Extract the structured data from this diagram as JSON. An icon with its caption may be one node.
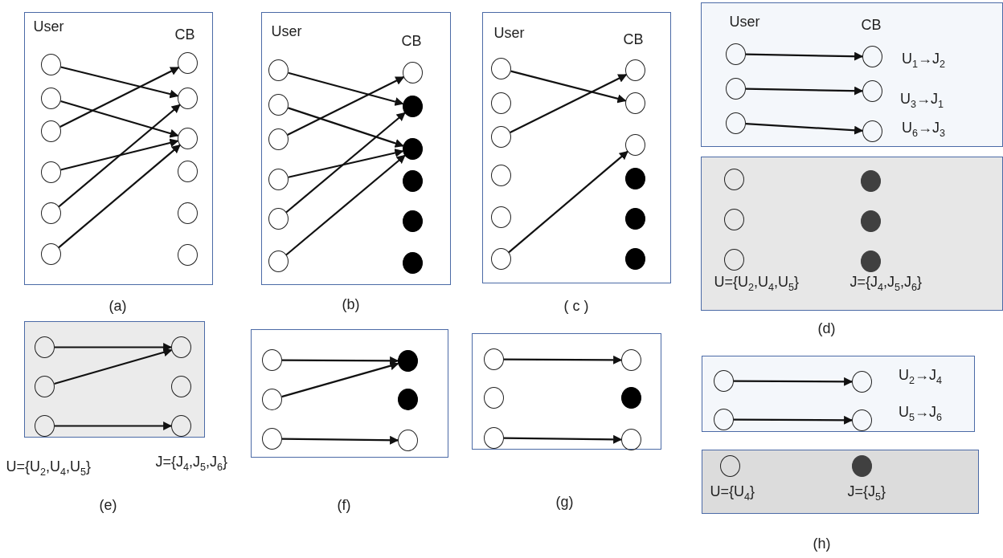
{
  "diagram": {
    "nodes": [
      {
        "text": [
          "User",
          "CB"
        ],
        "beside": [
          "(a)"
        ]
      },
      {
        "text": [],
        "shape": "circle",
        "in": 0
      },
      {
        "text": [],
        "shape": "circle",
        "in": 0
      },
      {
        "text": [],
        "shape": "circle",
        "in": 0
      },
      {
        "text": [],
        "shape": "circle",
        "in": 0
      },
      {
        "text": [],
        "shape": "circle",
        "in": 0
      },
      {
        "text": [],
        "shape": "circle",
        "in": 0
      },
      {
        "text": [],
        "shape": "circle",
        "in": 0
      },
      {
        "text": [],
        "shape": "circle",
        "in": 0
      },
      {
        "text": [],
        "shape": "circle",
        "in": 0
      },
      {
        "text": [],
        "shape": "circle",
        "in": 0
      },
      {
        "text": [],
        "shape": "circle",
        "in": 0
      },
      {
        "text": [],
        "shape": "circle",
        "in": 0
      },
      {
        "text": [
          "User",
          "CB"
        ],
        "beside": [
          "(b)"
        ]
      },
      {
        "text": [],
        "shape": "circle",
        "in": 13
      },
      {
        "text": [],
        "shape": "circle",
        "in": 13
      },
      {
        "text": [],
        "shape": "circle",
        "in": 13
      },
      {
        "text": [],
        "shape": "circle",
        "in": 13
      },
      {
        "text": [],
        "shape": "circle",
        "in": 13
      },
      {
        "text": [],
        "shape": "circle",
        "in": 13
      },
      {
        "text": [],
        "shape": "circle",
        "in": 13
      },
      {
        "text": [],
        "shape": "dot",
        "in": 13
      },
      {
        "text": [],
        "shape": "dot",
        "in": 13
      },
      {
        "text": [],
        "shape": "dot",
        "in": 13
      },
      {
        "text": [],
        "shape": "dot",
        "in": 13
      },
      {
        "text": [],
        "shape": "dot",
        "in": 13
      },
      {
        "text": [
          "User",
          "CB"
        ],
        "beside": [
          "( c )"
        ]
      },
      {
        "text": [],
        "shape": "circle",
        "in": 26
      },
      {
        "text": [],
        "shape": "circle",
        "in": 26
      },
      {
        "text": [],
        "shape": "circle",
        "in": 26
      },
      {
        "text": [],
        "shape": "circle",
        "in": 26
      },
      {
        "text": [],
        "shape": "circle",
        "in": 26
      },
      {
        "text": [],
        "shape": "circle",
        "in": 26
      },
      {
        "text": [],
        "shape": "circle",
        "in": 26
      },
      {
        "text": [],
        "shape": "circle",
        "in": 26
      },
      {
        "text": [],
        "shape": "circle",
        "in": 26
      },
      {
        "text": [],
        "shape": "dot",
        "in": 26
      },
      {
        "text": [],
        "shape": "dot",
        "in": 26
      },
      {
        "text": [],
        "shape": "dot",
        "in": 26
      },
      {
        "text": [
          "User",
          "CB"
        ]
      },
      {
        "text": [],
        "shape": "circle",
        "in": 39
      },
      {
        "text": [],
        "shape": "circle",
        "in": 39
      },
      {
        "text": [],
        "shape": "circle",
        "in": 39
      },
      {
        "text": [],
        "shape": "circle",
        "in": 39
      },
      {
        "text": [],
        "shape": "circle",
        "in": 39
      },
      {
        "text": [],
        "shape": "circle",
        "in": 39
      },
      {
        "text": [
          "U={U$_{2}$,U$_{4}$,U$_{5}$}",
          "J={J$_{4}$,J$_{5}$,J$_{6}$}"
        ],
        "beside": [
          "(d)"
        ]
      },
      {
        "text": [],
        "shape": "circle",
        "in": 46
      },
      {
        "text": [],
        "shape": "circle",
        "in": 46
      },
      {
        "text": [],
        "shape": "circle",
        "in": 46
      },
      {
        "text": [],
        "shape": "dot",
        "in": 46
      },
      {
        "text": [],
        "shape": "dot",
        "in": 46
      },
      {
        "text": [],
        "shape": "dot",
        "in": 46
      },
      {
        "text": [],
        "shape": "box",
        "beside": [
          "U={U$_{2}$,U$_{4}$,U$_{5}$}",
          "J={J$_{4}$,J$_{5}$,J$_{6}$}",
          "(e)"
        ]
      },
      {
        "text": [],
        "shape": "circle",
        "in": 53
      },
      {
        "text": [],
        "shape": "circle",
        "in": 53
      },
      {
        "text": [],
        "shape": "circle",
        "in": 53
      },
      {
        "text": [],
        "shape": "circle",
        "in": 53
      },
      {
        "text": [],
        "shape": "circle",
        "in": 53
      },
      {
        "text": [],
        "shape": "circle",
        "in": 53
      },
      {
        "text": [],
        "shape": "box",
        "beside": [
          "(f)"
        ]
      },
      {
        "text": [],
        "shape": "circle",
        "in": 60
      },
      {
        "text": [],
        "shape": "circle",
        "in": 60
      },
      {
        "text": [],
        "shape": "circle",
        "in": 60
      },
      {
        "text": [],
        "shape": "dot",
        "in": 60
      },
      {
        "text": [],
        "shape": "dot",
        "in": 60
      },
      {
        "text": [],
        "shape": "circle",
        "in": 60
      },
      {
        "text": [],
        "shape": "box",
        "beside": [
          "(g)"
        ]
      },
      {
        "text": [],
        "shape": "circle",
        "in": 67
      },
      {
        "text": [],
        "shape": "circle",
        "in": 67
      },
      {
        "text": [],
        "shape": "circle",
        "in": 67
      },
      {
        "text": [],
        "shape": "circle",
        "in": 67
      },
      {
        "text": [],
        "shape": "dot",
        "in": 67
      },
      {
        "text": [],
        "shape": "circle",
        "in": 67
      },
      {
        "text": [],
        "shape": "box"
      },
      {
        "text": [],
        "shape": "circle",
        "in": 74
      },
      {
        "text": [],
        "shape": "circle",
        "in": 74
      },
      {
        "text": [],
        "shape": "circle",
        "in": 74
      },
      {
        "text": [],
        "shape": "circle",
        "in": 74
      },
      {
        "text": [
          "U={U$_{4}$}",
          "J={J$_{5}$}"
        ],
        "beside": [
          "(h)"
        ]
      },
      {
        "text": [],
        "shape": "circle",
        "in": 79
      },
      {
        "text": [],
        "shape": "dot",
        "in": 79
      }
    ],
    "edges": [
      {
        "from": 1,
        "to": 8,
        "arrow": "to"
      },
      {
        "from": 2,
        "to": 9,
        "arrow": "to"
      },
      {
        "from": 3,
        "to": 7,
        "arrow": "to"
      },
      {
        "from": 4,
        "to": 9,
        "arrow": "to"
      },
      {
        "from": 5,
        "to": 8,
        "arrow": "to"
      },
      {
        "from": 6,
        "to": 9,
        "arrow": "to"
      },
      {
        "from": 14,
        "to": 21,
        "arrow": "to"
      },
      {
        "from": 15,
        "to": 22,
        "arrow": "to"
      },
      {
        "from": 16,
        "to": 20,
        "arrow": "to"
      },
      {
        "from": 17,
        "to": 22,
        "arrow": "to"
      },
      {
        "from": 18,
        "to": 21,
        "arrow": "to"
      },
      {
        "from": 19,
        "to": 22,
        "arrow": "to"
      },
      {
        "from": 27,
        "to": 34,
        "arrow": "to"
      },
      {
        "from": 29,
        "to": 33,
        "arrow": "to"
      },
      {
        "from": 32,
        "to": 35,
        "arrow": "to"
      },
      {
        "from": 40,
        "to": 43,
        "arrow": "to"
      },
      {
        "from": 41,
        "to": 44,
        "arrow": "to"
      },
      {
        "from": 42,
        "to": 45,
        "arrow": "to"
      },
      {
        "from": 54,
        "to": 57,
        "arrow": "to"
      },
      {
        "from": 55,
        "to": 57,
        "arrow": "to"
      },
      {
        "from": 56,
        "to": 59,
        "arrow": "to"
      },
      {
        "from": 61,
        "to": 64,
        "arrow": "to"
      },
      {
        "from": 62,
        "to": 64,
        "arrow": "to"
      },
      {
        "from": 63,
        "to": 66,
        "arrow": "to"
      },
      {
        "from": 68,
        "to": 71,
        "arrow": "to"
      },
      {
        "from": 70,
        "to": 73,
        "arrow": "to"
      },
      {
        "from": 75,
        "to": 77,
        "arrow": "to"
      },
      {
        "from": 76,
        "to": 78,
        "arrow": "to"
      }
    ],
    "labels": [
      "U$_{1}$→J$_{2}$",
      "U$_{3}$→J$_{1}$",
      "U$_{6}$→J$_{3}$",
      "U$_{2}$→J$_{4}$",
      "U$_{5}$→J$_{6}$"
    ]
  }
}
